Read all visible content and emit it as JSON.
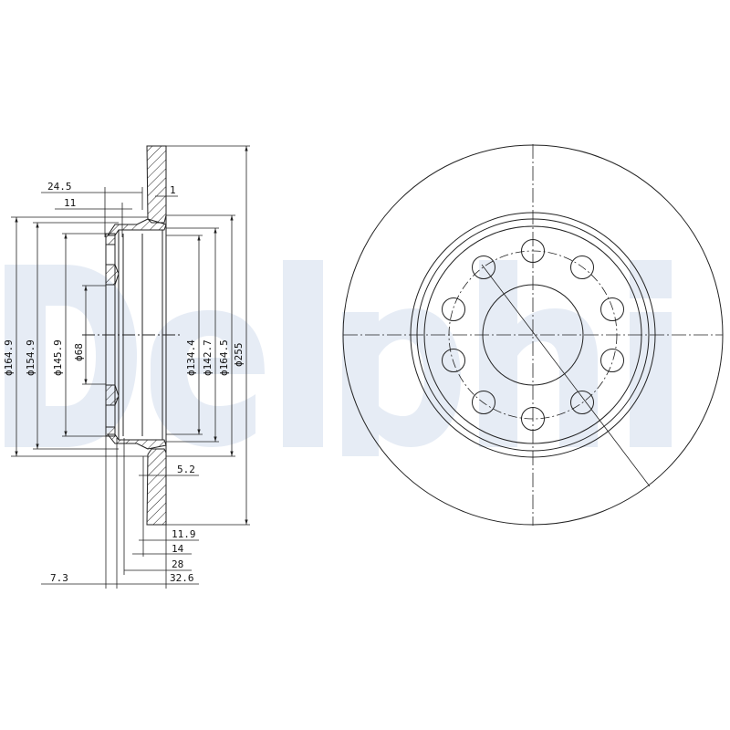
{
  "watermark": {
    "text": "Delphi",
    "color": "#e6ecf5"
  },
  "section_view": {
    "dimensions_horizontal": {
      "offset_24_5": "24.5",
      "offset_11": "11",
      "offset_1": "1",
      "offset_5_2": "5.2",
      "thickness_11_9": "11.9",
      "thickness_14": "14",
      "depth_28": "28",
      "depth_32_6": "32.6",
      "offset_7_3": "7.3"
    },
    "dimensions_diameter": {
      "d164_9": "ϕ164.9",
      "d154_9": "ϕ154.9",
      "d145_9": "ϕ145.9",
      "d68": "ϕ68",
      "d134_4": "ϕ134.4",
      "d142_7": "ϕ142.7",
      "d164_5": "ϕ164.5",
      "d255": "ϕ255"
    }
  },
  "face_view": {
    "bolt_holes": 10,
    "line_color": "#222222"
  }
}
